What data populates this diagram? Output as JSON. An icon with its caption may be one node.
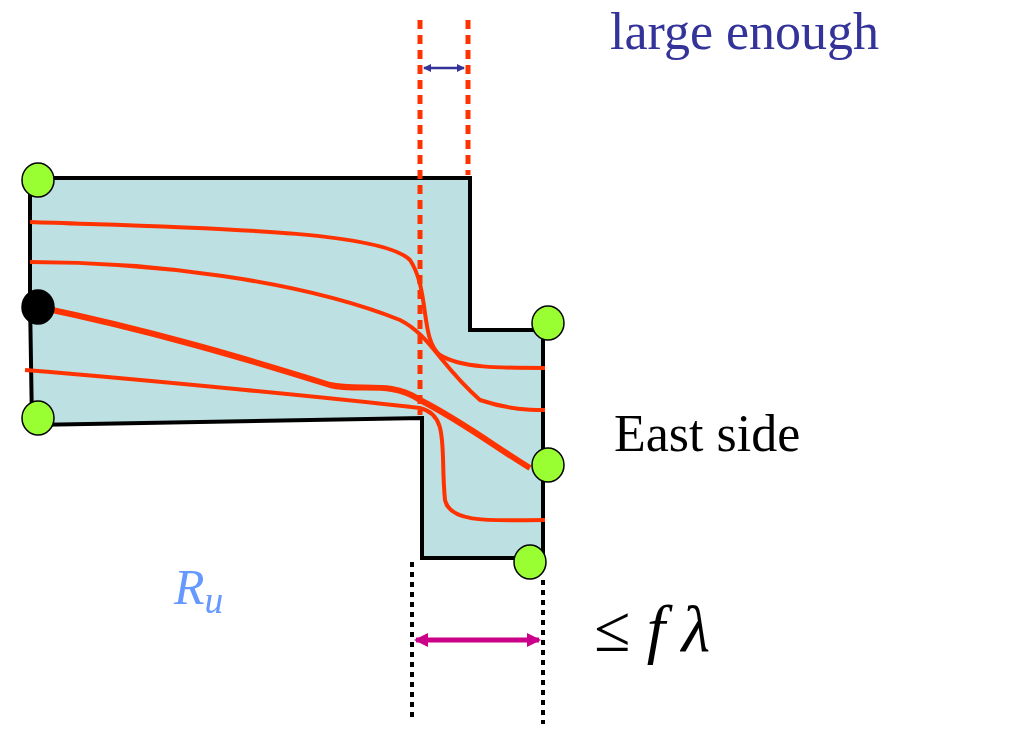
{
  "diagram": {
    "labels": [
      "large enough",
      "East side",
      "R$_{u}$",
      "≤ *f λ*"
    ]
  }
}
